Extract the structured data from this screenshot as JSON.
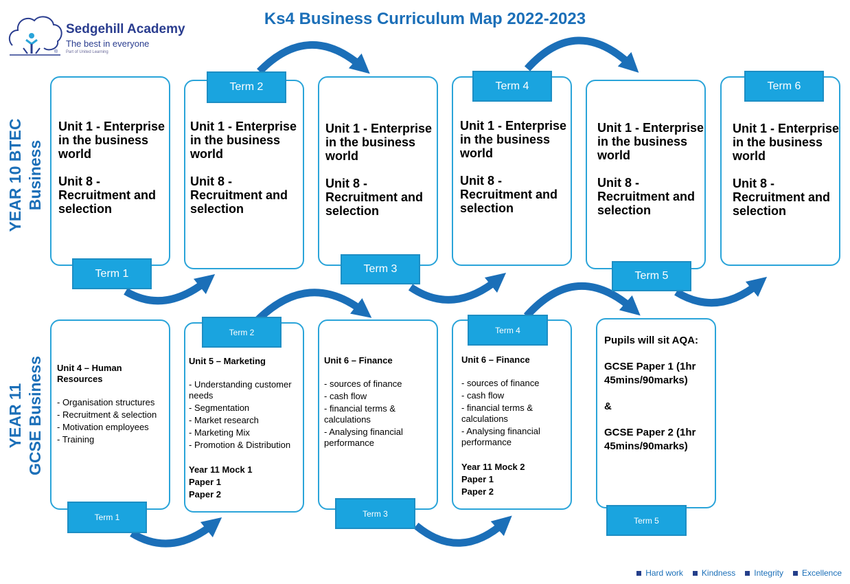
{
  "title": "Ks4 Business Curriculum Map 2022-2023",
  "logo": {
    "name": "Sedgehill Academy",
    "tagline": "The best in everyone",
    "sub": "Part of United Learning",
    "registered": "®"
  },
  "rows": [
    {
      "label_line1": "YEAR 10 BTEC",
      "label_line2": "Business",
      "cards": [
        {
          "term": "Term 1",
          "unit_a": "Unit 1 - Enterprise in the business world",
          "unit_b": "Unit 8 - Recruitment and selection"
        },
        {
          "term": "Term 2",
          "unit_a": "Unit 1 - Enterprise in the business world",
          "unit_b": "Unit 8 - Recruitment and selection"
        },
        {
          "term": "Term 3",
          "unit_a": "Unit 1 - Enterprise in the business world",
          "unit_b": "Unit 8 - Recruitment and selection"
        },
        {
          "term": "Term 4",
          "unit_a": "Unit 1 - Enterprise in the business world",
          "unit_b": "Unit 8 - Recruitment and selection"
        },
        {
          "term": "Term 5",
          "unit_a": "Unit 1 - Enterprise in the business world",
          "unit_b": "Unit 8 - Recruitment and selection"
        },
        {
          "term": "Term 6",
          "unit_a": "Unit 1 - Enterprise in the business world",
          "unit_b": "Unit 8 - Recruitment and selection"
        }
      ]
    },
    {
      "label_line1": "YEAR 11",
      "label_line2": "GCSE Business",
      "cards": [
        {
          "term": "Term 1",
          "heading": "Unit 4 – Human Resources",
          "items": [
            "- Organisation structures",
            "- Recruitment & selection",
            "- Motivation employees",
            "- Training"
          ]
        },
        {
          "term": "Term 2",
          "heading": "Unit 5 – Marketing",
          "items": [
            "- Understanding customer needs",
            "- Segmentation",
            "- Market research",
            "- Marketing Mix",
            "- Promotion & Distribution"
          ],
          "mock": [
            "Year 11 Mock 1",
            "Paper 1",
            "Paper 2"
          ]
        },
        {
          "term": "Term 3",
          "heading": "Unit 6 – Finance",
          "items": [
            "- sources of finance",
            "- cash flow",
            "- financial terms & calculations",
            "- Analysing financial performance"
          ]
        },
        {
          "term": "Term 4",
          "heading": "Unit 6 – Finance",
          "items": [
            "- sources of finance",
            "- cash flow",
            "- financial terms & calculations",
            "- Analysing financial performance"
          ],
          "mock": [
            "Year 11 Mock 2",
            "Paper 1",
            "Paper 2"
          ]
        },
        {
          "term": "Term 5",
          "exam_intro": "Pupils will sit AQA:",
          "paper1": "GCSE Paper 1 (1hr 45mins/90marks)",
          "amp": "&",
          "paper2": "GCSE Paper 2 (1hr 45mins/90marks)"
        }
      ]
    }
  ],
  "values": [
    "Hard work",
    "Kindness",
    "Integrity",
    "Excellence"
  ],
  "colors": {
    "title": "#1b6fb8",
    "term_fill": "#1aa4df",
    "card_border": "#2aa4d9",
    "arrow": "#1b6fb8",
    "logo_text": "#2a3d8f"
  }
}
